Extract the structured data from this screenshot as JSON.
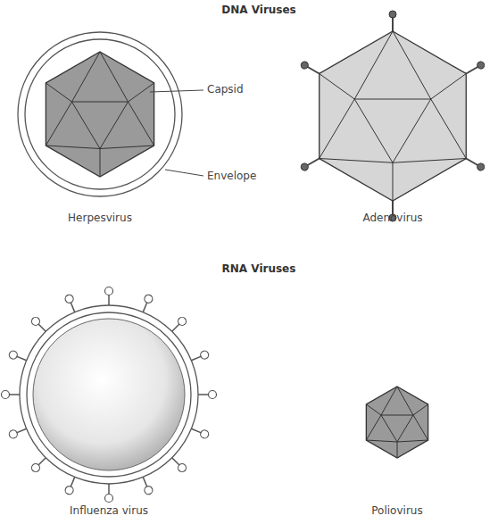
{
  "diagram": {
    "labels": [
      "DNA Viruses",
      "Capsid",
      "Envelope",
      "Herpesvirus",
      "Adenovirus",
      "RNA Viruses",
      "Influenza virus",
      "Poliovirus"
    ]
  }
}
